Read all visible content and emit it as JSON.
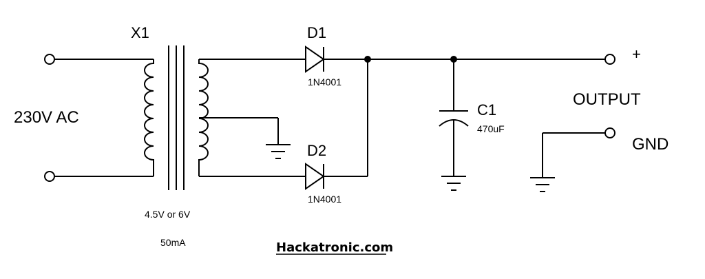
{
  "labels": {
    "transformer": "X1",
    "input": "230V AC",
    "rating_voltage": "4.5V or 6V",
    "rating_current": "50mA",
    "diode1": "D1",
    "diode1_part": "1N4001",
    "diode2": "D2",
    "diode2_part": "1N4001",
    "capacitor": "C1",
    "capacitor_value": "470uF",
    "output": "OUTPUT",
    "plus": "+",
    "gnd": "GND",
    "website": "Hackatronic.com"
  }
}
